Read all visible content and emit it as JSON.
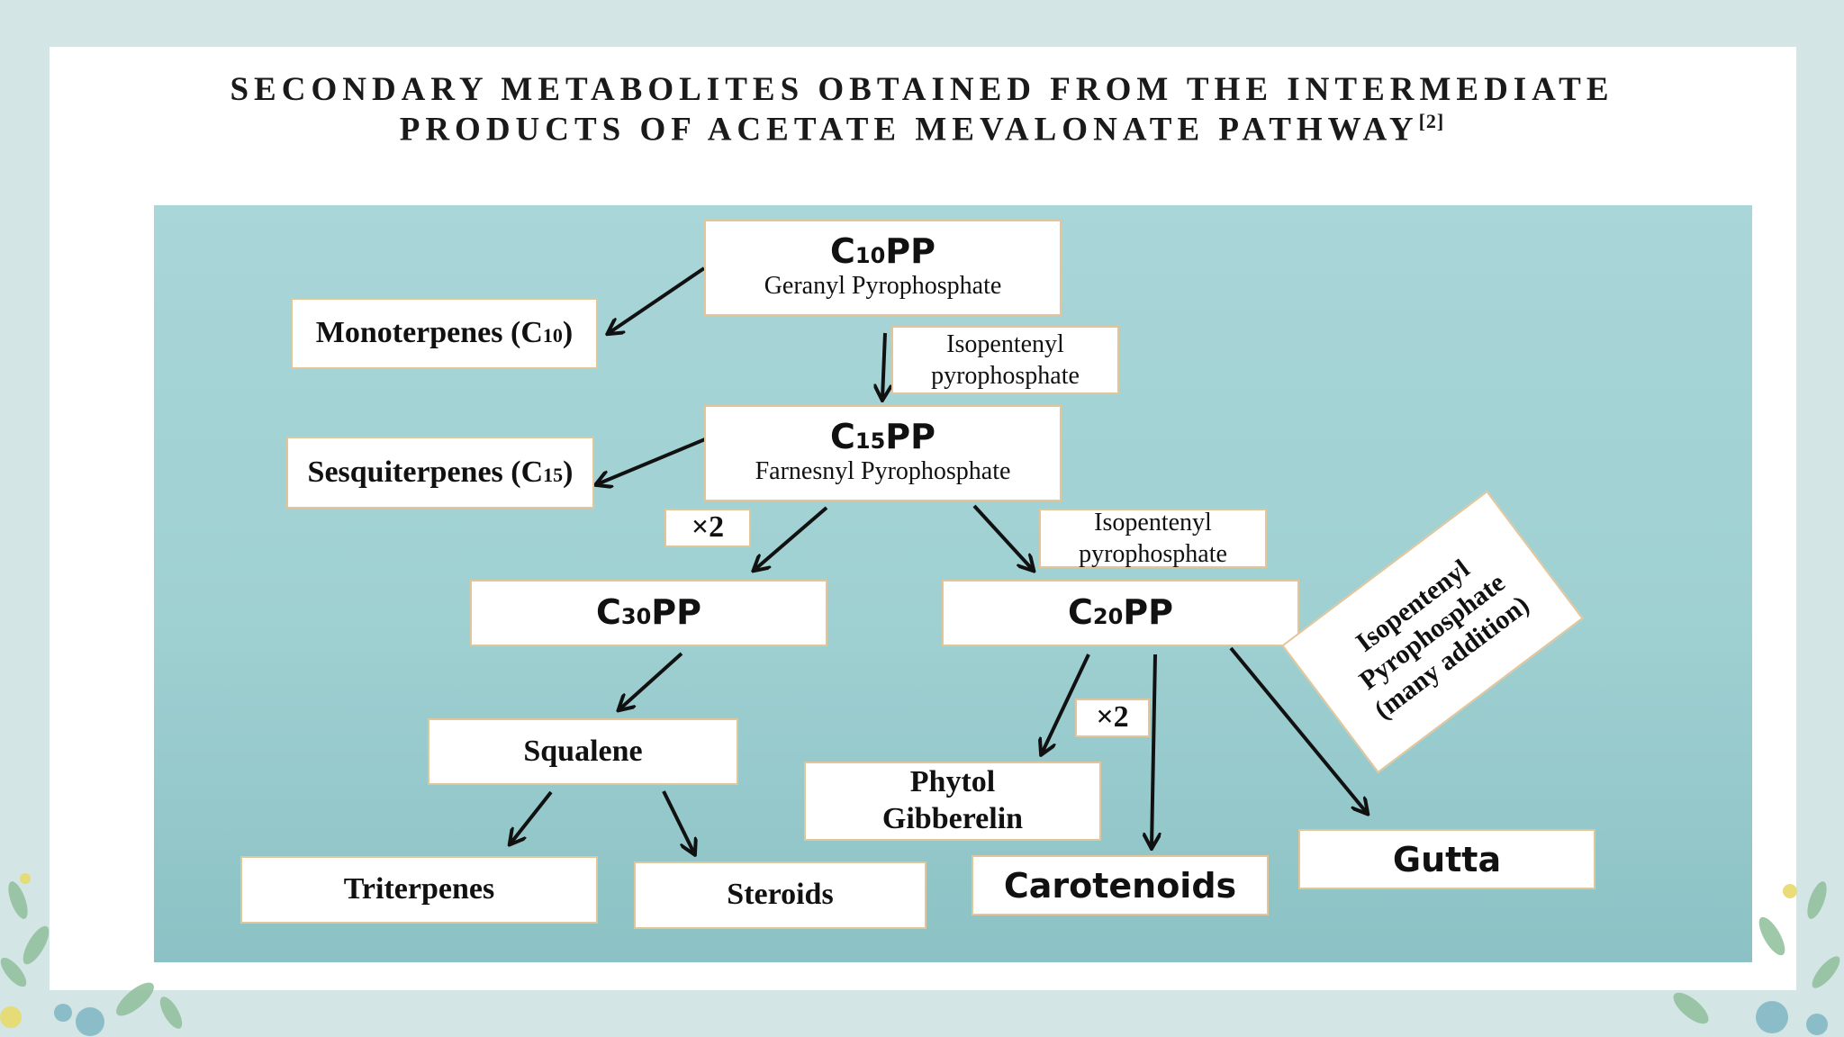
{
  "title": {
    "line1": "SECONDARY METABOLITES OBTAINED FROM THE INTERMEDIATE",
    "line2": "PRODUCTS OF ACETATE MEVALONATE PATHWAY",
    "ref": "[2]"
  },
  "nodes": {
    "c10pp": {
      "main": "C",
      "sub": "10",
      "suffix": "PP",
      "name": "Geranyl Pyrophosphate"
    },
    "monoterpenes": {
      "text": "Monoterpenes (C",
      "sub": "10",
      "close": ")"
    },
    "ipp1": {
      "line1": "Isopentenyl",
      "line2": "pyrophosphate"
    },
    "c15pp": {
      "main": "C",
      "sub": "15",
      "suffix": "PP",
      "name": "Farnesnyl Pyrophosphate"
    },
    "sesquiterpenes": {
      "text": "Sesquiterpenes (C",
      "sub": "15",
      "close": ")"
    },
    "x2_left": "×2",
    "ipp2": {
      "line1": "Isopentenyl",
      "line2": "pyrophosphate"
    },
    "c30pp": {
      "main": "C",
      "sub": "30",
      "suffix": "PP"
    },
    "c20pp": {
      "main": "C",
      "sub": "20",
      "suffix": "PP"
    },
    "ipp_many": {
      "line1": "Isopentenyl",
      "line2": "Pyrophosphate",
      "line3": "(many addition)"
    },
    "squalene": "Squalene",
    "x2_right": "×2",
    "phytol": {
      "line1": "Phytol",
      "line2": "Gibberelin"
    },
    "triterpenes": "Triterpenes",
    "steroids": "Steroids",
    "carotenoids": "Carotenoids",
    "gutta": "Gutta"
  },
  "colors": {
    "panel": "#a3d3d5",
    "box_border": "#e2c69a",
    "arrow": "#111111"
  }
}
